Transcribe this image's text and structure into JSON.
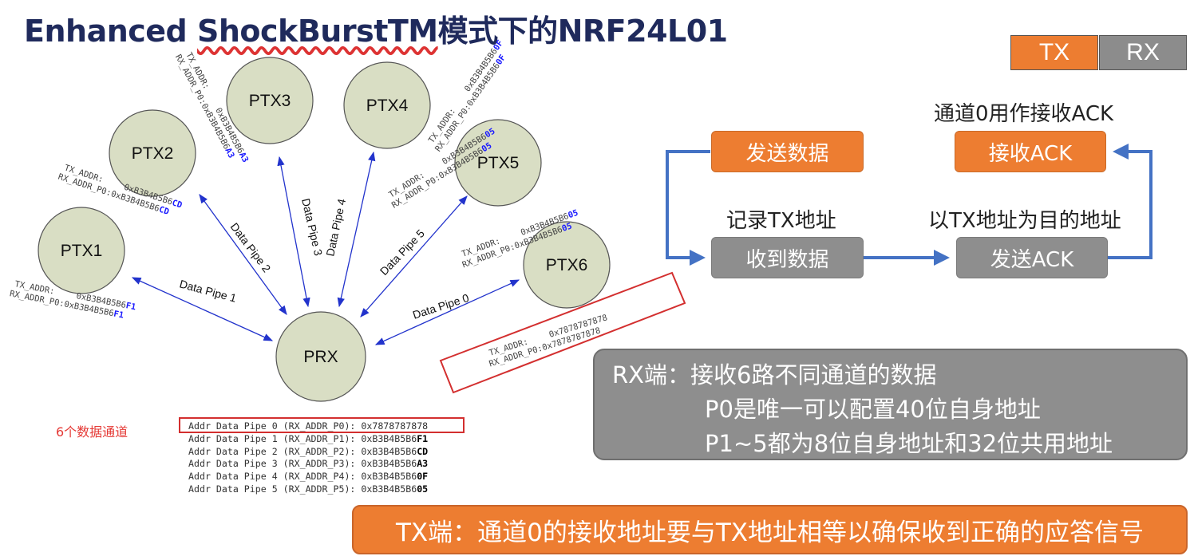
{
  "title": {
    "prefix": "Enhanced ",
    "underlined": "ShockBurstTM",
    "suffix": "模式下的NRF24L01"
  },
  "tabs": {
    "tx": "TX",
    "rx": "RX"
  },
  "nodes": {
    "prx": "PRX",
    "ptx1": "PTX1",
    "ptx2": "PTX2",
    "ptx3": "PTX3",
    "ptx4": "PTX4",
    "ptx5": "PTX5",
    "ptx6": "PTX6"
  },
  "pipes": {
    "p0": "Data Pipe 0",
    "p1": "Data Pipe 1",
    "p2": "Data Pipe 2",
    "p3": "Data Pipe 3",
    "p4": "Data Pipe 4",
    "p5": "Data Pipe 5"
  },
  "addr": {
    "tx_label": "TX_ADDR:",
    "rx_label": "RX_ADDR_P0:",
    "base": "0xB3B4B5B6",
    "ptx1": "F1",
    "ptx2": "CD",
    "ptx3": "A3",
    "ptx4": "0F",
    "ptx5": "05",
    "ptx6": "0x7878787878"
  },
  "flow": {
    "ack_channel_label": "通道0用作接收ACK",
    "record_label": "记录TX地址",
    "dest_label": "以TX地址为目的地址",
    "send_data": "发送数据",
    "recv_data": "收到数据",
    "send_ack": "发送ACK",
    "recv_ack": "接收ACK"
  },
  "rx_note": {
    "line1": "RX端：接收6路不同通道的数据",
    "line2": "P0是唯一可以配置40位自身地址",
    "line3": "P1~5都为8位自身地址和32位共用地址"
  },
  "tx_note": "TX端：通道0的接收地址要与TX地址相等以确保收到正确的应答信号",
  "pipes_label": "6个数据通道",
  "pipe_table": [
    {
      "name": "Addr Data Pipe 0 (RX_ADDR_P0):",
      "base": "0x7878787878",
      "suffix": ""
    },
    {
      "name": "Addr Data Pipe 1 (RX_ADDR_P1):",
      "base": "0xB3B4B5B6",
      "suffix": "F1"
    },
    {
      "name": "Addr Data Pipe 2 (RX_ADDR_P2):",
      "base": "0xB3B4B5B6",
      "suffix": "CD"
    },
    {
      "name": "Addr Data Pipe 3 (RX_ADDR_P3):",
      "base": "0xB3B4B5B6",
      "suffix": "A3"
    },
    {
      "name": "Addr Data Pipe 4 (RX_ADDR_P4):",
      "base": "0xB3B4B5B6",
      "suffix": "0F"
    },
    {
      "name": "Addr Data Pipe 5 (RX_ADDR_P5):",
      "base": "0xB3B4B5B6",
      "suffix": "05"
    }
  ],
  "colors": {
    "node_fill": "#d9dec4",
    "pipe_arrow": "#2233cc",
    "flow_arrow": "#4472c4",
    "orange": "#ed7d31",
    "gray": "#8e8e8e",
    "highlight": "#d32f2f",
    "addr_suffix": "#1a1aff"
  }
}
